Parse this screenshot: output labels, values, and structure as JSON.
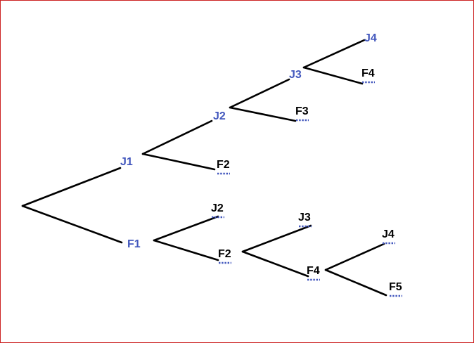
{
  "colors": {
    "highlight": "#4257bd",
    "normal": "#000000",
    "dots": "#4257bd",
    "edges": "#000000",
    "frame": "#cc2222"
  },
  "tree": {
    "nodes": [
      {
        "id": "root",
        "label": "",
        "color": "normal"
      },
      {
        "id": "a_j1",
        "label": "J1",
        "color": "highlight"
      },
      {
        "id": "a_f1",
        "label": "F1",
        "color": "highlight"
      },
      {
        "id": "b_j2",
        "label": "J2",
        "color": "highlight"
      },
      {
        "id": "b_f2",
        "label": "F2",
        "color": "normal",
        "dotted": true
      },
      {
        "id": "c_j3",
        "label": "J3",
        "color": "highlight"
      },
      {
        "id": "c_f3",
        "label": "F3",
        "color": "normal",
        "dotted": true
      },
      {
        "id": "d_j4",
        "label": "J4",
        "color": "highlight"
      },
      {
        "id": "d_f4",
        "label": "F4",
        "color": "normal",
        "dotted": true
      },
      {
        "id": "e_j2",
        "label": "J2",
        "color": "normal",
        "dotted": true
      },
      {
        "id": "e_f2",
        "label": "F2",
        "color": "normal",
        "dotted": true
      },
      {
        "id": "g_j3",
        "label": "J3",
        "color": "normal",
        "dotted": true
      },
      {
        "id": "g_f4",
        "label": "F4",
        "color": "normal",
        "dotted": true
      },
      {
        "id": "h_j4",
        "label": "J4",
        "color": "normal",
        "dotted": true
      },
      {
        "id": "h_f5",
        "label": "F5",
        "color": "normal",
        "dotted": true
      }
    ],
    "edges": [
      [
        "root",
        "a_j1"
      ],
      [
        "root",
        "a_f1"
      ],
      [
        "a_j1",
        "b_j2"
      ],
      [
        "a_j1",
        "b_f2"
      ],
      [
        "b_j2",
        "c_j3"
      ],
      [
        "b_j2",
        "c_f3"
      ],
      [
        "c_j3",
        "d_j4"
      ],
      [
        "c_j3",
        "d_f4"
      ],
      [
        "a_f1",
        "e_j2"
      ],
      [
        "a_f1",
        "e_f2"
      ],
      [
        "e_f2",
        "g_j3"
      ],
      [
        "e_f2",
        "g_f4"
      ],
      [
        "g_f4",
        "h_j4"
      ],
      [
        "g_f4",
        "h_f5"
      ]
    ]
  }
}
